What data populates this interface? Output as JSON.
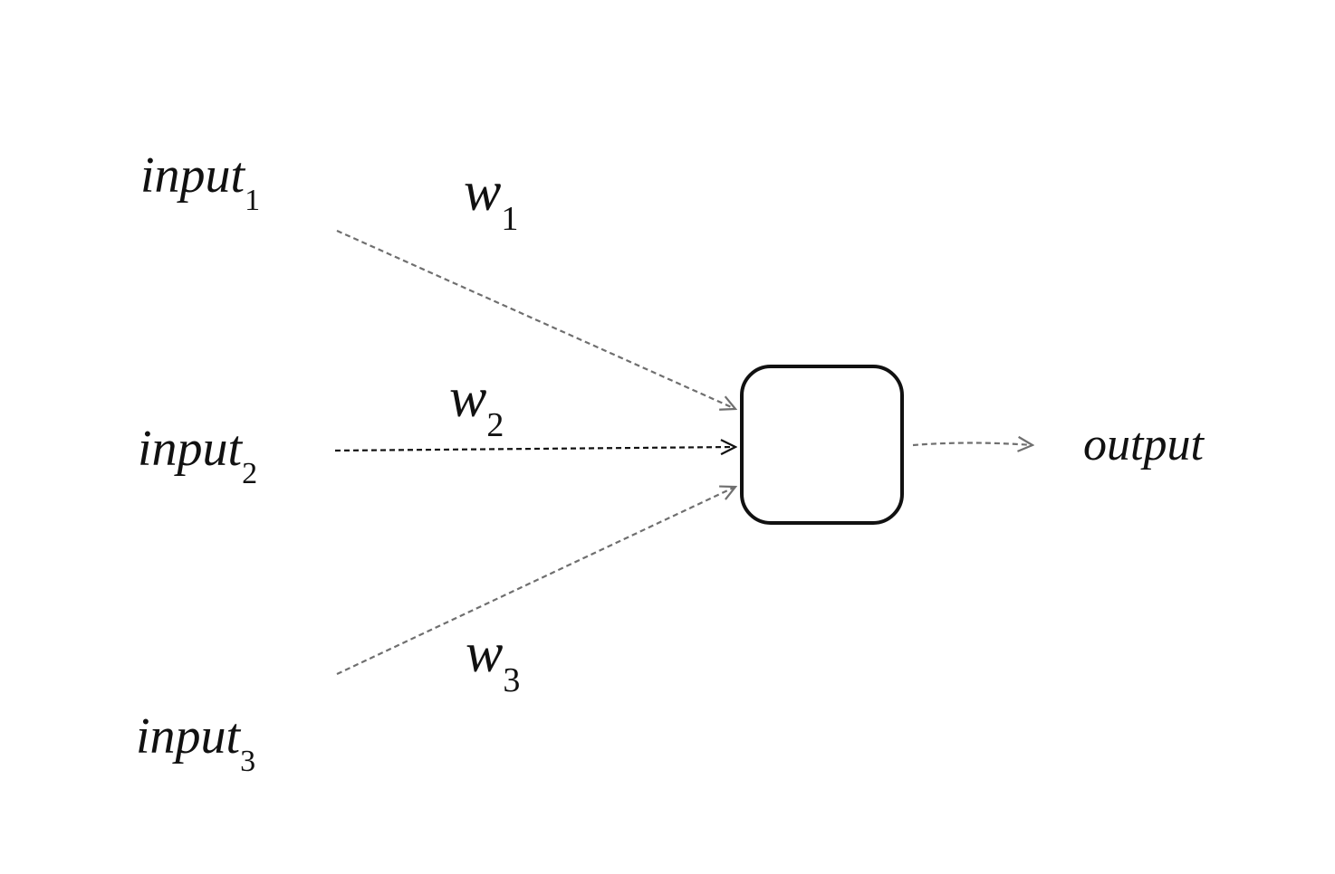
{
  "inputs": [
    {
      "label": "input",
      "subscript": "1"
    },
    {
      "label": "input",
      "subscript": "2"
    },
    {
      "label": "input",
      "subscript": "3"
    }
  ],
  "weights": [
    {
      "label": "w",
      "subscript": "1"
    },
    {
      "label": "w",
      "subscript": "2"
    },
    {
      "label": "w",
      "subscript": "3"
    }
  ],
  "output": {
    "label": "output"
  },
  "colors": {
    "edge_gray": "#6f6f6f",
    "edge_dark": "#111111",
    "node_stroke": "#111111"
  }
}
